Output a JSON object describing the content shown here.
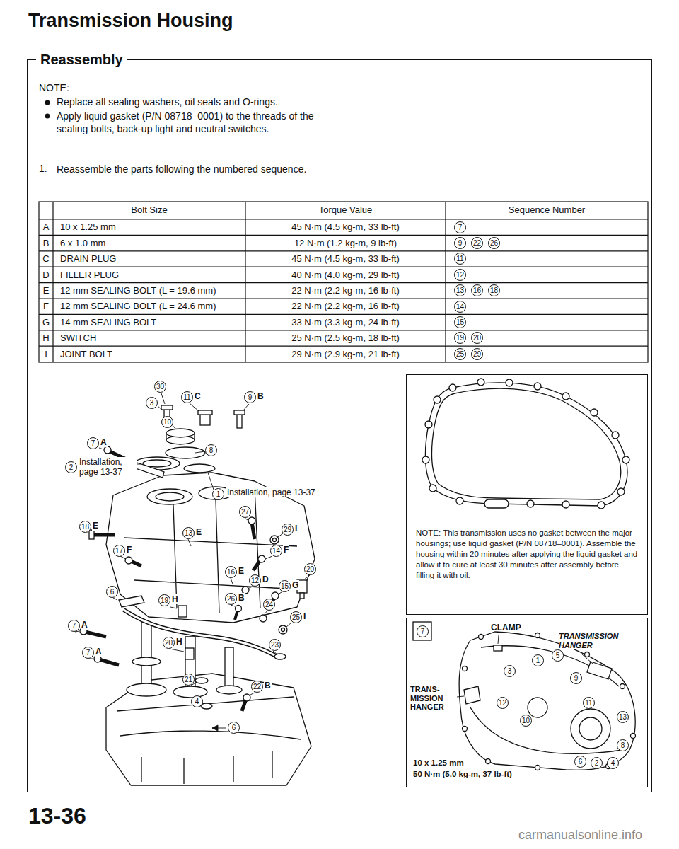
{
  "diagram": {
    "title": "Transmission Housing",
    "nodes": [
      {
        "text": [
          "Reassembly"
        ]
      },
      {
        "text": [
          "NOTE: This transmission uses no gasket between the major housings; use liquid gasket (P/N 08718–0001). Assemble the housing within 20 minutes after applying the liquid gasket and allow it to cure at least 30 minutes after assembly before filling it with oil."
        ],
        "in": 0
      },
      {
        "text": [
          "7",
          "CLAMP"
        ],
        "in": 0
      }
    ],
    "labels": [
      "NOTE:",
      "Replace all sealing washers, oil seals and O-rings.",
      "Apply liquid gasket (P/N 08718–0001) to the threads of the sealing bolts, back-up light and neutral switches.",
      "1.",
      "Reassemble the parts following the numbered sequence.",
      "Bolt Size",
      "Torque Value",
      "Sequence Number",
      "A",
      "10 x 1.25 mm",
      "45 N·m (4.5 kg-m, 33 lb-ft)",
      "7",
      "B",
      "6 x 1.0 mm",
      "12 N·m (1.2 kg-m, 9 lb-ft)",
      "9",
      "22",
      "26",
      "C",
      "DRAIN PLUG",
      "45 N·m (4.5 kg-m, 33 lb-ft)",
      "11",
      "D",
      "FILLER PLUG",
      "40 N·m (4.0 kg-m, 29 lb-ft)",
      "12",
      "E",
      "12 mm SEALING BOLT (L = 19.6 mm)",
      "22 N·m (2.2 kg-m, 16 lb-ft)",
      "13",
      "16",
      "18",
      "F",
      "12 mm SEALING BOLT (L = 24.6 mm)",
      "22 N·m (2.2 kg-m, 16 lb-ft)",
      "14",
      "G",
      "14 mm SEALING BOLT",
      "33 N·m (3.3 kg-m, 24 lb-ft)",
      "15",
      "H",
      "SWITCH",
      "25 N·m (2.5 kg-m, 18 lb-ft)",
      "19",
      "20",
      "I",
      "JOINT BOLT",
      "29 N·m (2.9 kg-m, 21 lb-ft)",
      "25",
      "29",
      "30",
      "3",
      "10",
      "11",
      "C",
      "9",
      "B",
      "7",
      "A",
      "8",
      "2",
      "Installation, page 13-37",
      "1",
      "Installation, page 13-37",
      "27",
      "18",
      "E",
      "13",
      "E",
      "29",
      "I",
      "17",
      "F",
      "14",
      "F",
      "20",
      "16",
      "E",
      "12",
      "D",
      "15",
      "G",
      "6",
      "26",
      "B",
      "24",
      "19",
      "H",
      "25",
      "I",
      "7",
      "A",
      "20",
      "H",
      "23",
      "7",
      "A",
      "21",
      "22",
      "B",
      "4",
      "6",
      "TRANSMISSION HANGER",
      "TRANS- MISSION HANGER",
      "3",
      "1",
      "5",
      "9",
      "11",
      "12",
      "10",
      "13",
      "8",
      "6",
      "2",
      "4",
      "10 x 1.25 mm",
      "50 N·m (5.0 kg-m, 37 lb-ft)",
      "13-36",
      "carmanualsonline.info"
    ]
  }
}
